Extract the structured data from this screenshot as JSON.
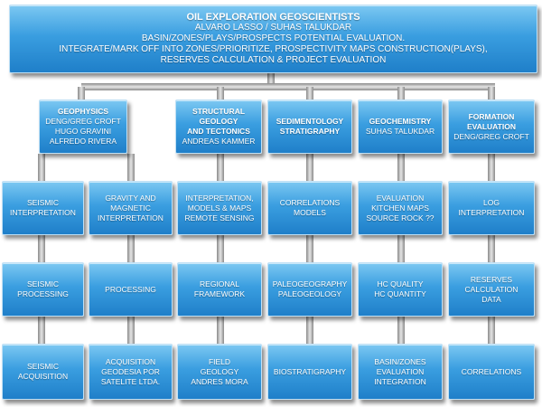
{
  "top": {
    "line1": "OIL EXPLORATION GEOSCIENTISTS",
    "line2": "ALVARO LASSO / SUHAS TALUKDAR",
    "line3": "BASIN/ZONES/PLAYS/PROSPECTS  POTENTIAL EVALUATION.",
    "line4": "INTEGRATE/MARK OFF INTO ZONES/PRIORITIZE,  PROSPECTIVITY MAPS CONSTRUCTION(PLAYS),",
    "line5": "RESERVES CALCULATION & PROJECT EVALUATION"
  },
  "headers": {
    "geophysics": [
      "GEOPHYSICS",
      "DENG/GREG CROFT",
      "HUGO GRAVINI",
      "ALFREDO RIVERA"
    ],
    "structural": [
      "STRUCTURAL",
      "GEOLOGY",
      "AND TECTONICS",
      "ANDREAS KAMMER"
    ],
    "sedimentology": [
      "SEDIMENTOLOGY",
      "STRATIGRAPHY"
    ],
    "geochemistry": [
      "GEOCHEMISTRY",
      "SUHAS TALUKDAR"
    ],
    "formation": [
      "FORMATION",
      "EVALUATION",
      "DENG/GREG CROFT"
    ]
  },
  "row1": {
    "seismic_interpretation": [
      "SEISMIC",
      "INTERPRETATION"
    ],
    "gravity_magnetic": [
      "GRAVITY AND",
      "MAGNETIC",
      "INTERPRETATION"
    ],
    "interpretation_models": [
      "INTERPRETATION,",
      "MODELS & MAPS",
      "REMOTE SENSING"
    ],
    "correlations_models": [
      "CORRELATIONS",
      "MODELS"
    ],
    "evaluation_kitchen": [
      "EVALUATION",
      "KITCHEN MAPS",
      "SOURCE ROCK ??"
    ],
    "log_interpretation": [
      "LOG",
      "INTERPRETATION"
    ]
  },
  "row2": {
    "seismic_processing": [
      "SEISMIC",
      "PROCESSING"
    ],
    "processing": [
      "PROCESSING"
    ],
    "regional_framework": [
      "REGIONAL",
      "FRAMEWORK"
    ],
    "paleogeography": [
      "PALEOGEOGRAPHY",
      "PALEOGEOLOGY"
    ],
    "hc_quality": [
      "HC QUALITY",
      "HC QUANTITY"
    ],
    "reserves": [
      "RESERVES",
      "CALCULATION",
      "DATA"
    ]
  },
  "row3": {
    "seismic_acquisition": [
      "SEISMIC",
      "ACQUISITION"
    ],
    "acquisition_geodesia": [
      "ACQUISITION",
      "GEODESIA POR",
      "SATELITE LTDA."
    ],
    "field_geology": [
      "FIELD",
      "GEOLOGY",
      "ANDRES MORA"
    ],
    "biostratigraphy": [
      "BIOSTRATIGRAPHY"
    ],
    "basin_zones": [
      "BASIN/ZONES",
      "EVALUATION",
      "INTEGRATION"
    ],
    "correlations": [
      "CORRELATIONS"
    ]
  }
}
